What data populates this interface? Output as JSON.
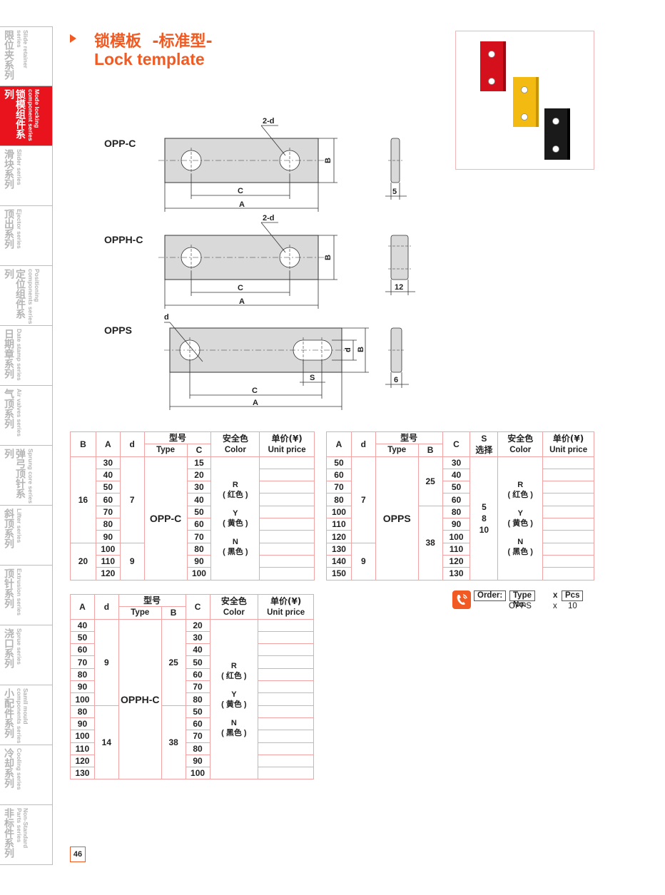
{
  "header": {
    "title_cn": "锁模板  -标准型-",
    "title_en": "Lock template"
  },
  "sidebar": {
    "items": [
      {
        "cn": "限位夹系列",
        "en": "Slide retainer series",
        "active": false
      },
      {
        "cn": "锁模组件系列",
        "en": "Mode locking component series",
        "active": true
      },
      {
        "cn": "滑块系列",
        "en": "Slider series",
        "active": false
      },
      {
        "cn": "顶出系列",
        "en": "Ejector series",
        "active": false
      },
      {
        "cn": "定位组件系列",
        "en": "Positioning components series",
        "active": false
      },
      {
        "cn": "日期章系列",
        "en": "Date stamp series",
        "active": false
      },
      {
        "cn": "气顶系列",
        "en": "Air valves series",
        "active": false
      },
      {
        "cn": "弹弓顶针系列",
        "en": "Sprung core series",
        "active": false
      },
      {
        "cn": "斜顶系列",
        "en": "Lifter series",
        "active": false
      },
      {
        "cn": "顶针系列",
        "en": "Extrusion series",
        "active": false
      },
      {
        "cn": "浇口系列",
        "en": "Sprue series",
        "active": false
      },
      {
        "cn": "小配件系列",
        "en": "Samll mould components series",
        "active": false
      },
      {
        "cn": "冷却系列",
        "en": "Cooling series",
        "active": false
      },
      {
        "cn": "非标件系列",
        "en": "Non-Standard Parts series",
        "active": false
      }
    ]
  },
  "drawings": {
    "opp_c": {
      "model": "OPP-C",
      "holes": "2-d",
      "dim_c": "C",
      "dim_a": "A",
      "dim_b": "B",
      "thickness": "5"
    },
    "opph_c": {
      "model": "OPPH-C",
      "holes": "2-d",
      "dim_c": "C",
      "dim_a": "A",
      "dim_b": "B",
      "thickness": "12"
    },
    "opps": {
      "model": "OPPS",
      "hole": "d",
      "dim_s": "S",
      "dim_c": "C",
      "dim_a": "A",
      "dim_d": "d",
      "dim_b": "B",
      "thickness": "6"
    }
  },
  "colors": {
    "red": "#d5101d",
    "yellow": "#f3bb12",
    "black": "#1a1a1a",
    "accent": "#f15a22"
  },
  "table_common": {
    "type_cn": "型号",
    "type_en": "Type",
    "color_cn": "安全色",
    "color_en": "Color",
    "price_cn": "单价(¥)",
    "price_en": "Unit price",
    "color_r": "R",
    "color_r_cn": "( 红色 )",
    "color_y": "Y",
    "color_y_cn": "( 黄色 )",
    "color_n": "N",
    "color_n_cn": "( 黑色 )"
  },
  "table_opp": {
    "h_b": "B",
    "h_a": "A",
    "h_d": "d",
    "h_c": "C",
    "type": "OPP-C",
    "group1": {
      "b": "16",
      "d": "7",
      "a": [
        "30",
        "40",
        "50",
        "60",
        "70",
        "80",
        "90"
      ]
    },
    "group2": {
      "b": "20",
      "d": "9",
      "a": [
        "100",
        "110",
        "120"
      ]
    },
    "c": [
      "15",
      "20",
      "30",
      "40",
      "50",
      "60",
      "70",
      "80",
      "90",
      "100"
    ]
  },
  "table_opps": {
    "h_a": "A",
    "h_d": "d",
    "h_b": "B",
    "h_c": "C",
    "h_s": "S",
    "h_s_cn": "选择",
    "type": "OPPS",
    "a": [
      "50",
      "60",
      "70",
      "80",
      "100",
      "110",
      "120",
      "130",
      "140",
      "150"
    ],
    "d1": "7",
    "d2": "9",
    "b1": "25",
    "b2": "38",
    "c": [
      "30",
      "40",
      "50",
      "60",
      "80",
      "90",
      "100",
      "110",
      "120",
      "130"
    ],
    "s": [
      "5",
      "8",
      "10"
    ]
  },
  "table_opph": {
    "h_a": "A",
    "h_d": "d",
    "h_b": "B",
    "h_c": "C",
    "type": "OPPH-C",
    "a": [
      "40",
      "50",
      "60",
      "70",
      "80",
      "90",
      "100",
      "80",
      "90",
      "100",
      "110",
      "120",
      "130"
    ],
    "d1": "9",
    "d2": "14",
    "b1": "25",
    "b2": "38",
    "c": [
      "20",
      "30",
      "40",
      "50",
      "60",
      "70",
      "80",
      "50",
      "60",
      "70",
      "80",
      "90",
      "100"
    ]
  },
  "order": {
    "label": "Order:",
    "type_label": "Type No.",
    "x": "x",
    "pcs_label": "Pcs",
    "example_type": "OPPS",
    "example_x": "x",
    "example_qty": "10"
  },
  "page_number": "46"
}
